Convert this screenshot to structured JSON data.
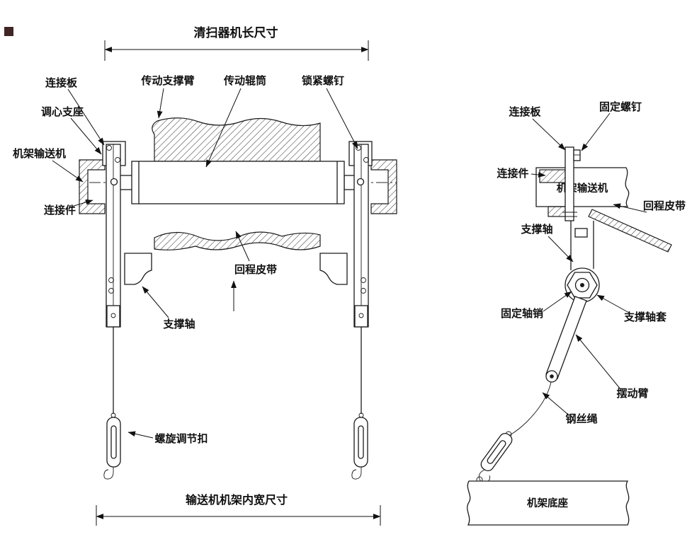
{
  "front_view": {
    "dim_length_label": "清扫器机长尺寸",
    "dim_width_label": "输送机机架内宽尺寸",
    "labels": {
      "connection_plate": "连接板",
      "aligning_support": "调心支座",
      "conveyor_frame": "机架输送机",
      "connector": "连接件",
      "drive_support_arm": "传动支撑臂",
      "drive_roller": "传动辊筒",
      "lock_screw": "锁紧螺钉",
      "return_belt": "回程皮带",
      "support_shaft": "支撑轴",
      "turnbuckle": "螺旋调节扣"
    }
  },
  "side_view": {
    "labels": {
      "connection_plate": "连接板",
      "fixing_screw": "固定螺钉",
      "connector": "连接件",
      "conveyor_frame": "机架输送机",
      "return_belt": "回程皮带",
      "support_shaft": "支撑轴",
      "fixing_pin": "固定轴销",
      "shaft_sleeve": "支撑轴套",
      "swing_arm": "摆动臂",
      "wire_rope": "钢丝绳",
      "frame_base": "机架底座"
    }
  }
}
